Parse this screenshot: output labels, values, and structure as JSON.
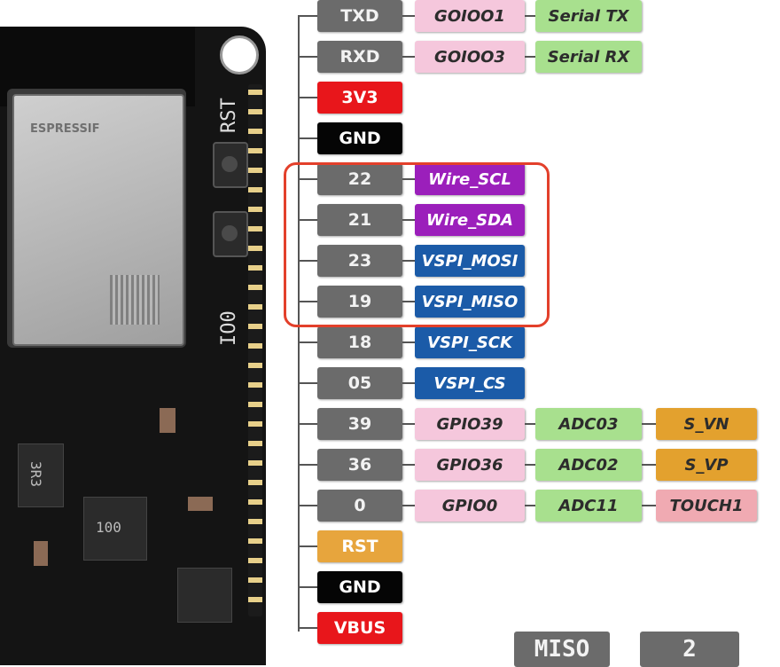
{
  "board": {
    "silk_rst": "RST",
    "silk_io0": "IO0",
    "module_text": "ESPRESSIF",
    "comp_label_1": "3R3",
    "comp_label_2": "100"
  },
  "pins": [
    {
      "pin": "TXD",
      "pin_color": "gray",
      "functions": [
        {
          "label": "GOIOO1",
          "color": "pink"
        },
        {
          "label": "Serial TX",
          "color": "green"
        }
      ]
    },
    {
      "pin": "RXD",
      "pin_color": "gray",
      "functions": [
        {
          "label": "GOIOO3",
          "color": "pink"
        },
        {
          "label": "Serial RX",
          "color": "green"
        }
      ]
    },
    {
      "pin": "3V3",
      "pin_color": "red",
      "functions": []
    },
    {
      "pin": "GND",
      "pin_color": "black",
      "functions": []
    },
    {
      "pin": "22",
      "pin_color": "gray",
      "functions": [
        {
          "label": "Wire_SCL",
          "color": "purple"
        }
      ]
    },
    {
      "pin": "21",
      "pin_color": "gray",
      "functions": [
        {
          "label": "Wire_SDA",
          "color": "purple"
        }
      ]
    },
    {
      "pin": "23",
      "pin_color": "gray",
      "functions": [
        {
          "label": "VSPI_MOSI",
          "color": "blue"
        }
      ]
    },
    {
      "pin": "19",
      "pin_color": "gray",
      "functions": [
        {
          "label": "VSPI_MISO",
          "color": "blue"
        }
      ]
    },
    {
      "pin": "18",
      "pin_color": "gray",
      "functions": [
        {
          "label": "VSPI_SCK",
          "color": "blue"
        }
      ]
    },
    {
      "pin": "05",
      "pin_color": "gray",
      "functions": [
        {
          "label": "VSPI_CS",
          "color": "blue"
        }
      ]
    },
    {
      "pin": "39",
      "pin_color": "gray",
      "functions": [
        {
          "label": "GPIO39",
          "color": "pink"
        },
        {
          "label": "ADC03",
          "color": "green"
        },
        {
          "label": "S_VN",
          "color": "amber"
        }
      ]
    },
    {
      "pin": "36",
      "pin_color": "gray",
      "functions": [
        {
          "label": "GPIO36",
          "color": "pink"
        },
        {
          "label": "ADC02",
          "color": "green"
        },
        {
          "label": "S_VP",
          "color": "amber"
        }
      ]
    },
    {
      "pin": "0",
      "pin_color": "gray",
      "functions": [
        {
          "label": "GPIO0",
          "color": "pink"
        },
        {
          "label": "ADC11",
          "color": "green"
        },
        {
          "label": "TOUCH1",
          "color": "rose"
        }
      ]
    },
    {
      "pin": "RST",
      "pin_color": "orange",
      "functions": []
    },
    {
      "pin": "GND",
      "pin_color": "black",
      "functions": []
    },
    {
      "pin": "VBUS",
      "pin_color": "red",
      "functions": []
    }
  ],
  "bottom": {
    "left_label": "MISO",
    "right_label": "2"
  },
  "colors": {
    "highlight": "#e3402b",
    "gray": "#6b6b6b",
    "red": "#e8161b",
    "purple": "#9b1fbb",
    "blue": "#1b5ba8",
    "pink": "#f5c7dc",
    "green": "#a8e08e",
    "amber": "#e3a12e",
    "rose": "#f0aab2",
    "orange": "#e7a53d"
  }
}
